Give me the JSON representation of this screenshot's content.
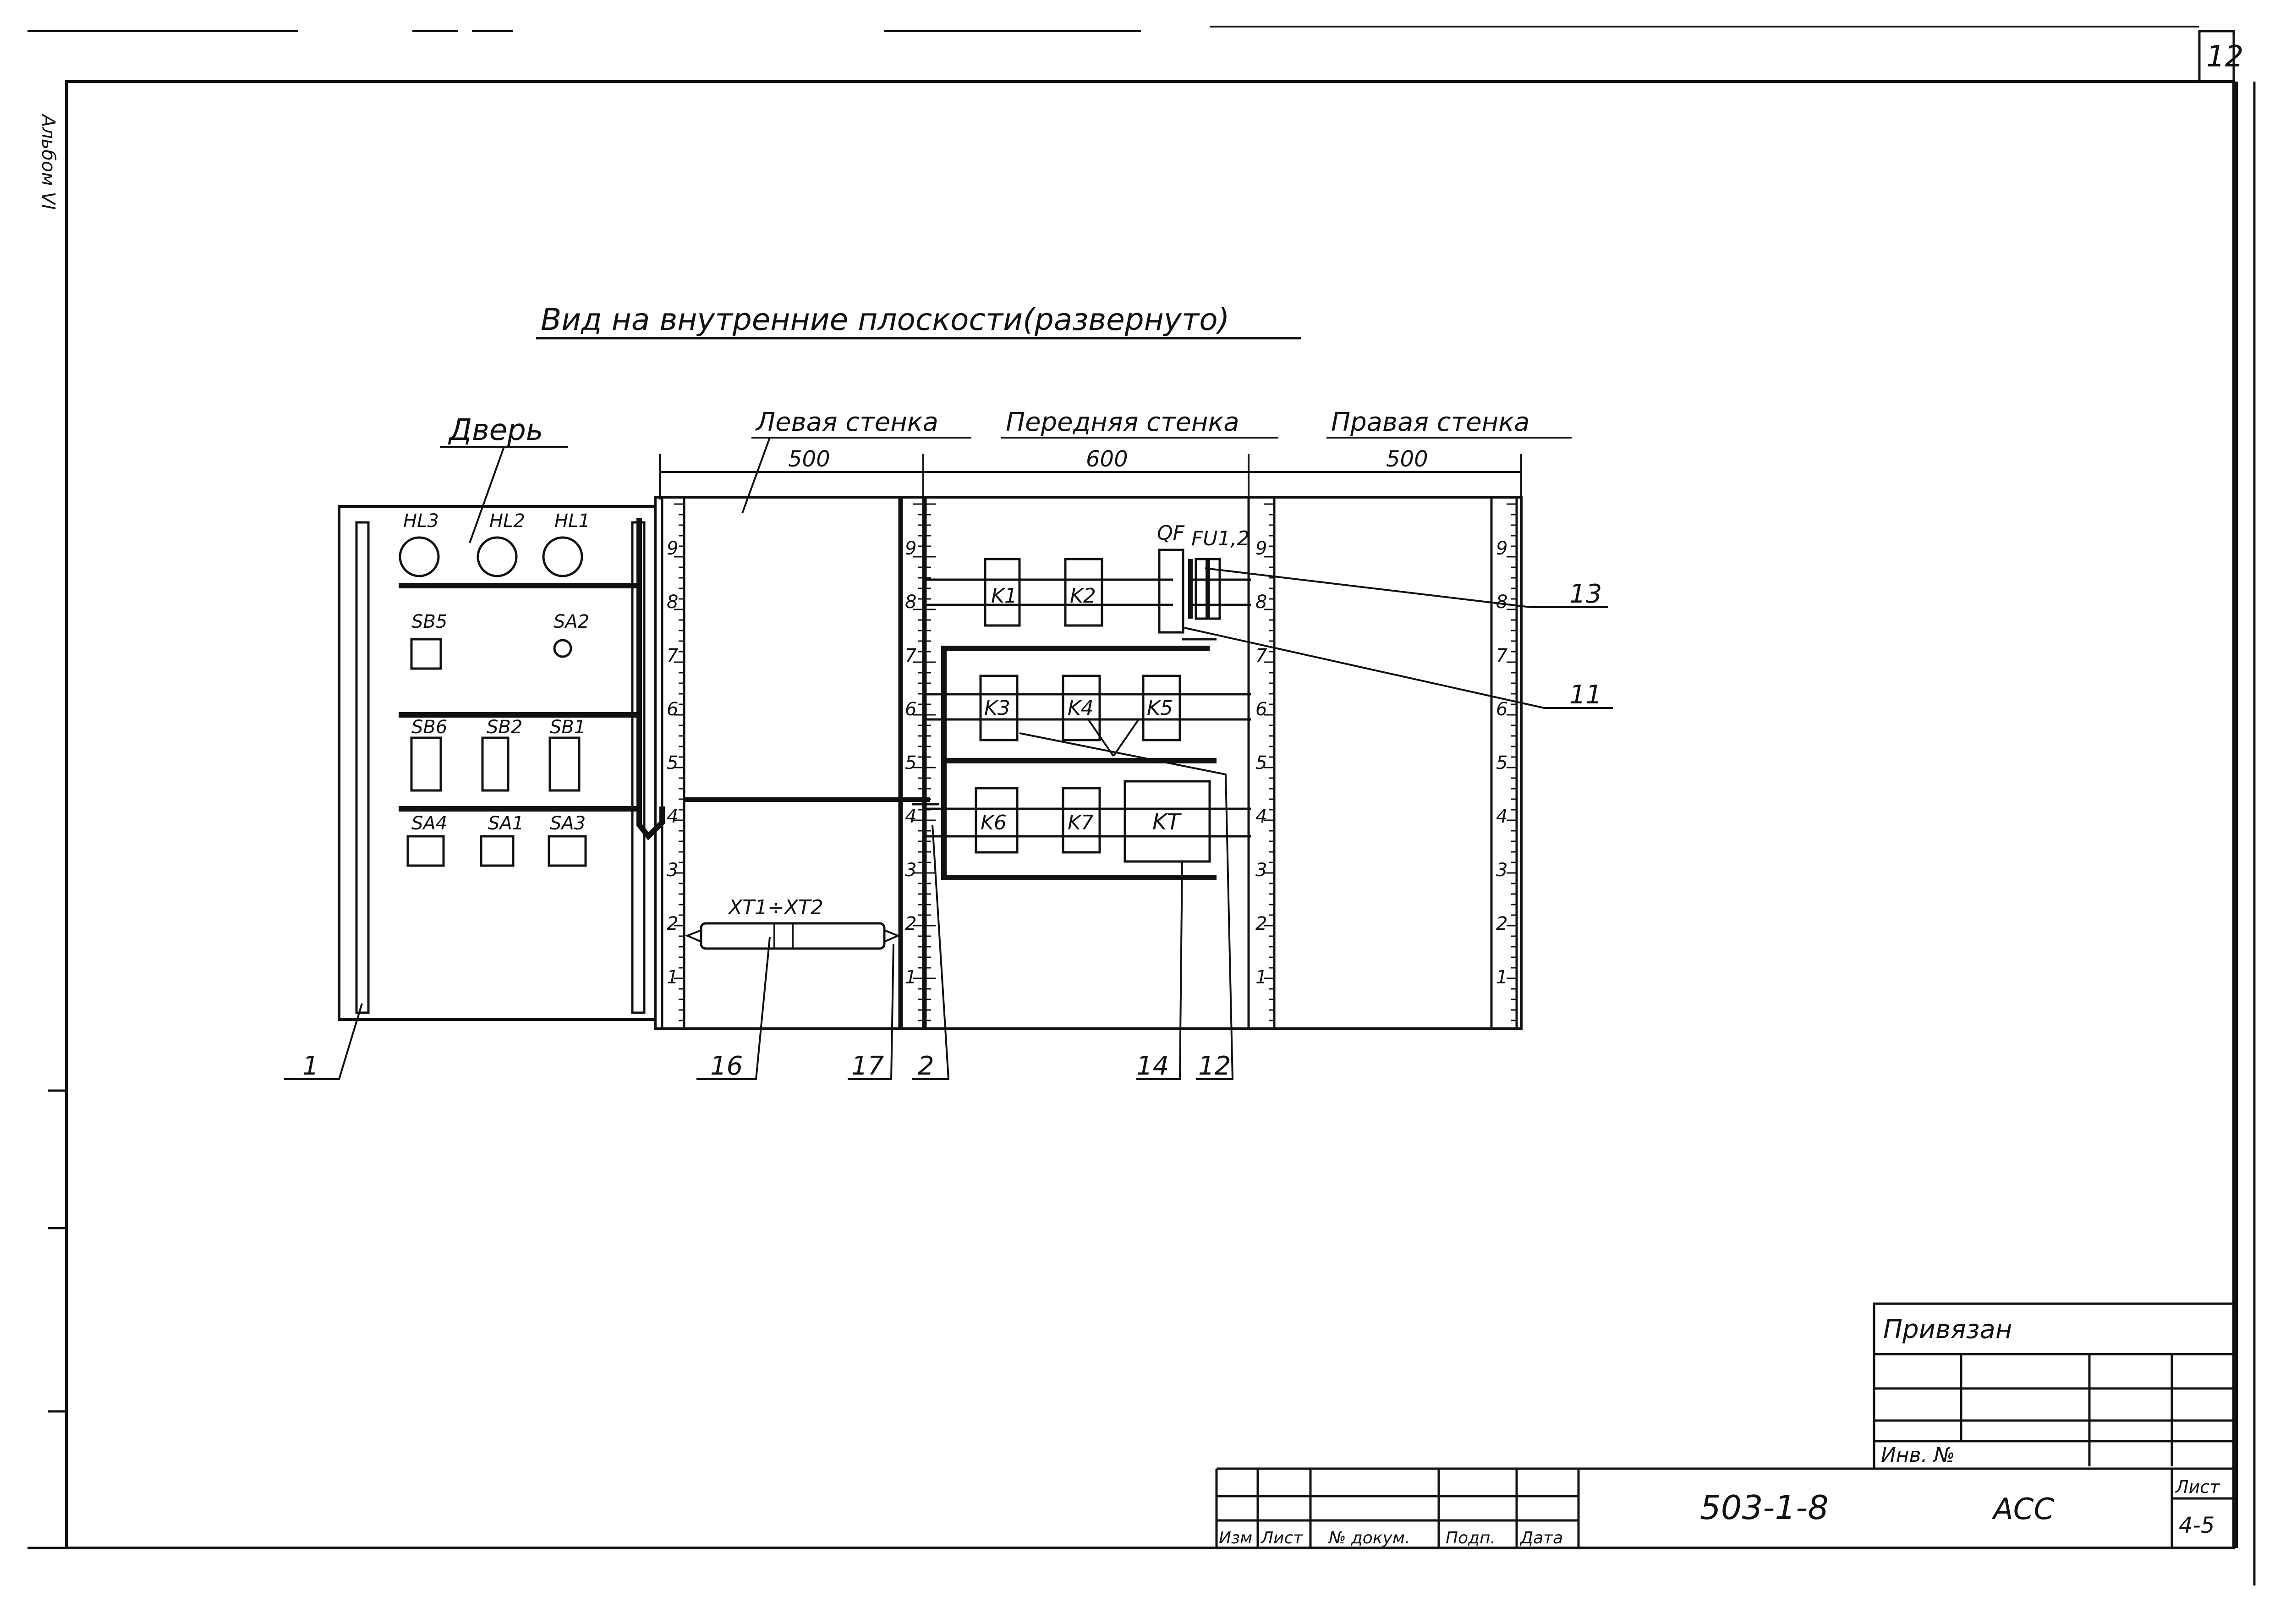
{
  "sheet": {
    "number": "12",
    "album": "Альбом VI"
  },
  "title": "Вид на внутренние плоскости(развернуто)",
  "door": {
    "label": "Дверь",
    "lamps": [
      "HL3",
      "HL2",
      "HL1"
    ],
    "row2": [
      "SB5",
      "SA2"
    ],
    "row3": [
      "SB6",
      "SB2",
      "SB1"
    ],
    "row4": [
      "SA4",
      "SA1",
      "SA3"
    ]
  },
  "walls": {
    "left": {
      "label": "Левая стенка",
      "width": "500"
    },
    "front": {
      "label": "Передняя стенка",
      "width": "600"
    },
    "right": {
      "label": "Правая стенка",
      "width": "500"
    }
  },
  "scale_marks": [
    "9",
    "8",
    "7",
    "6",
    "5",
    "4",
    "3",
    "2",
    "1"
  ],
  "devices": {
    "row1": [
      "K1",
      "K2"
    ],
    "qf": "QF",
    "fu": "FU1,2",
    "row2": [
      "K3",
      "K4",
      "K5"
    ],
    "row3": [
      "K6",
      "K7",
      "KT"
    ],
    "terminal": "XT1÷XT2"
  },
  "callouts": [
    "1",
    "16",
    "17",
    "2",
    "14",
    "12",
    "13",
    "11"
  ],
  "title_block": {
    "privyazan": "Привязан",
    "inv": "Инв. №",
    "cols": [
      "Изм",
      "Лист",
      "№ докум.",
      "Подп.",
      "Дата"
    ],
    "code": "503-1-8",
    "stage": "АСС",
    "sheet_label": "Лист",
    "sheet_value": "4-5"
  }
}
